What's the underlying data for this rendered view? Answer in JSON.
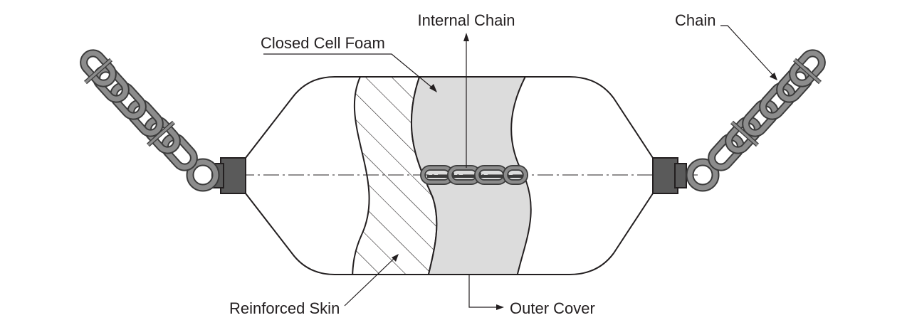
{
  "labels": {
    "internal_chain": "Internal Chain",
    "closed_cell_foam": "Closed Cell Foam",
    "chain": "Chain",
    "reinforced_skin": "Reinforced Skin",
    "outer_cover": "Outer Cover"
  },
  "colors": {
    "outline": "#231f20",
    "foam_fill": "#dcdcdc",
    "chain_outline": "#3b3b3b",
    "chain_fill": "#8c8c8c",
    "end_fitting": "#5a5a5a"
  }
}
